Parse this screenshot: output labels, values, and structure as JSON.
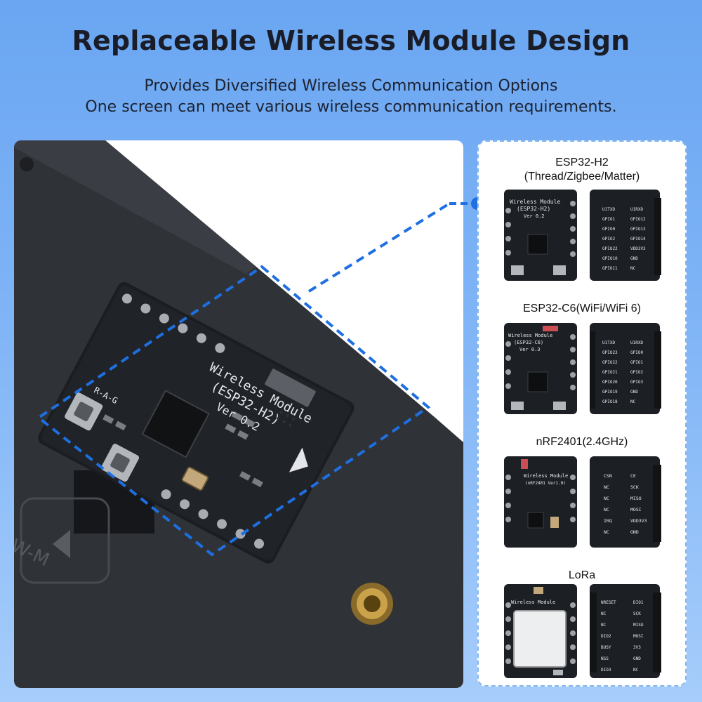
{
  "header": {
    "title": "Replaceable Wireless Module Design",
    "subtitle_line1": "Provides Diversified Wireless Communication Options",
    "subtitle_line2": "One screen can meet various wireless communication requirements."
  },
  "photo": {
    "board_text_line1": "Wireless Module",
    "board_text_line2": "(ESP32-H2)",
    "board_text_line3": "Ver 0.2",
    "side_label": "W-M",
    "silk_pins": "R-A-G"
  },
  "modules": [
    {
      "label_line1": "ESP32-H2",
      "label_line2": "(Thread/Zigbee/Matter)",
      "front_text": [
        "Wireless Module",
        "(ESP32-H2)",
        "Ver 0.2"
      ],
      "back_left_pins": [
        "U1TXD",
        "GPIO1",
        "GPIO0",
        "GPIO2",
        "GPIO22",
        "GPIO10",
        "GPIO11"
      ],
      "back_right_pins": [
        "U1RXD",
        "GPIO12",
        "GPIO13",
        "GPIO14",
        "VDD3V3",
        "GND",
        "NC"
      ]
    },
    {
      "label_line1": "ESP32-C6(WiFi/WiFi 6)",
      "label_line2": "",
      "front_text": [
        "Wireless Module",
        "(ESP32-C6)",
        "Ver 0.3"
      ],
      "back_left_pins": [
        "U1TXD",
        "GPIO23",
        "GPIO22",
        "GPIO21",
        "GPIO20",
        "GPIO19",
        "GPIO18"
      ],
      "back_right_pins": [
        "U1RXD",
        "GPIO0",
        "GPIO1",
        "GPIO2",
        "GPIO3",
        "GND",
        "NC"
      ]
    },
    {
      "label_line1": "nRF2401(2.4GHz)",
      "label_line2": "",
      "front_text": [
        "Wireless Module",
        "(nRF2401 Ver1.0)",
        ""
      ],
      "back_left_pins": [
        "CSN",
        "NC",
        "NC",
        "NC",
        "IRQ",
        "NC"
      ],
      "back_right_pins": [
        "CE",
        "SCK",
        "MISO",
        "MOSI",
        "VDD3V3",
        "GND"
      ]
    },
    {
      "label_line1": "LoRa",
      "label_line2": "",
      "front_text": [
        "Wireless Module",
        "",
        ""
      ],
      "back_left_pins": [
        "NRESET",
        "NC",
        "NC",
        "DIO2",
        "BUSY",
        "NSS",
        "DIO3"
      ],
      "back_right_pins": [
        "DIO1",
        "SCK",
        "MISO",
        "MOSI",
        "3V3",
        "GND",
        "NC"
      ]
    }
  ],
  "colors": {
    "accent": "#1e6fe0",
    "pcb": "#1c1f24",
    "device": "#2e3136"
  }
}
